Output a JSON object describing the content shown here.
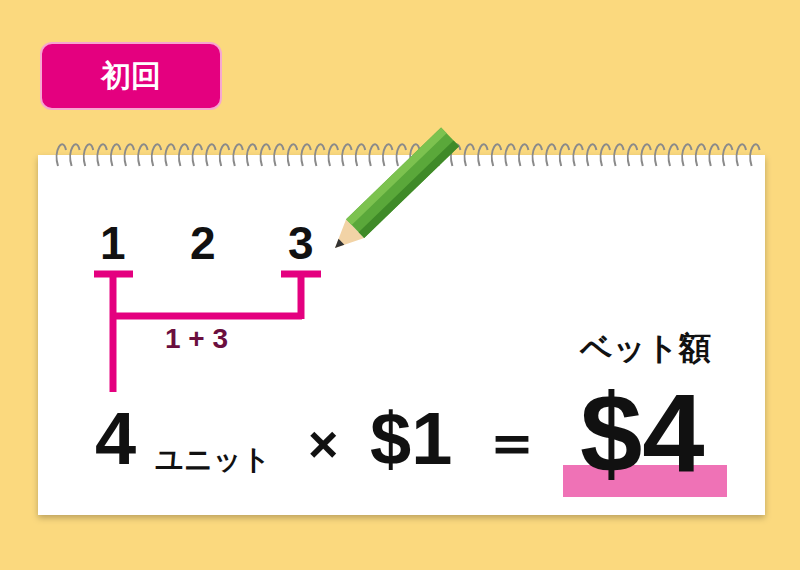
{
  "diagram": {
    "nodes": [
      {
        "text": [
          "初回"
        ]
      }
    ],
    "labels": [
      "1",
      "2",
      "3",
      "1 + 3",
      "ベット額",
      "4",
      "ユニット",
      "×",
      "$1",
      "＝",
      "$4"
    ]
  }
}
